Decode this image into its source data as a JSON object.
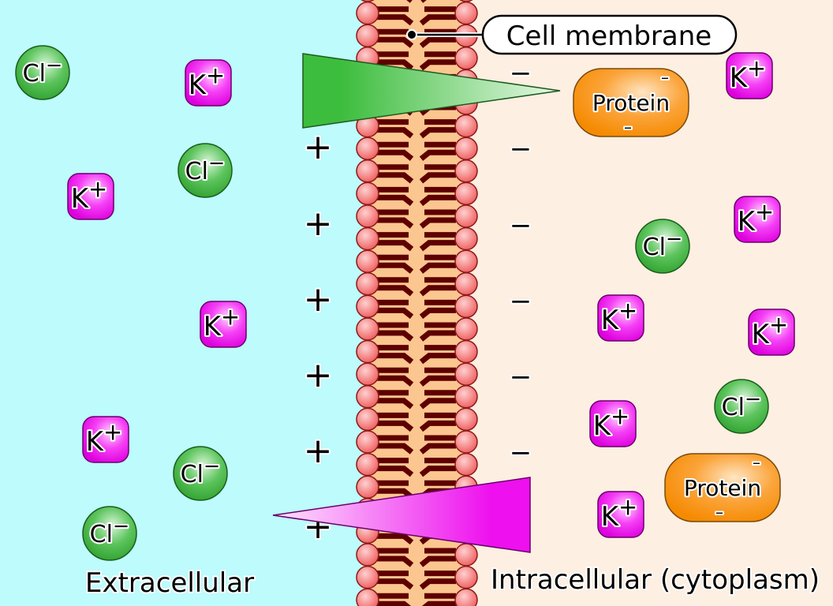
{
  "labels": {
    "membrane": "Cell membrane",
    "extracellular": "Extracellular",
    "intracellular": "Intracellular (cytoplasm)"
  },
  "ions": {
    "chloride": {
      "symbol": "Cl",
      "charge": "−"
    },
    "potassium": {
      "symbol": "K",
      "charge": "+"
    },
    "protein": {
      "symbol": "Protein",
      "charge": "–"
    }
  },
  "charges": {
    "outside": "+",
    "inside": "−"
  },
  "colors": {
    "extracellular_bg": "#bdfbfd",
    "intracellular_bg": "#fdefe2",
    "membrane_core": "#fcc690",
    "phospholipid_head": "#f26b6b",
    "phospholipid_tail": "#5e0000",
    "chloride": "#3cb83c",
    "potassium": "#ee10ee",
    "protein": "#fb8c00"
  }
}
